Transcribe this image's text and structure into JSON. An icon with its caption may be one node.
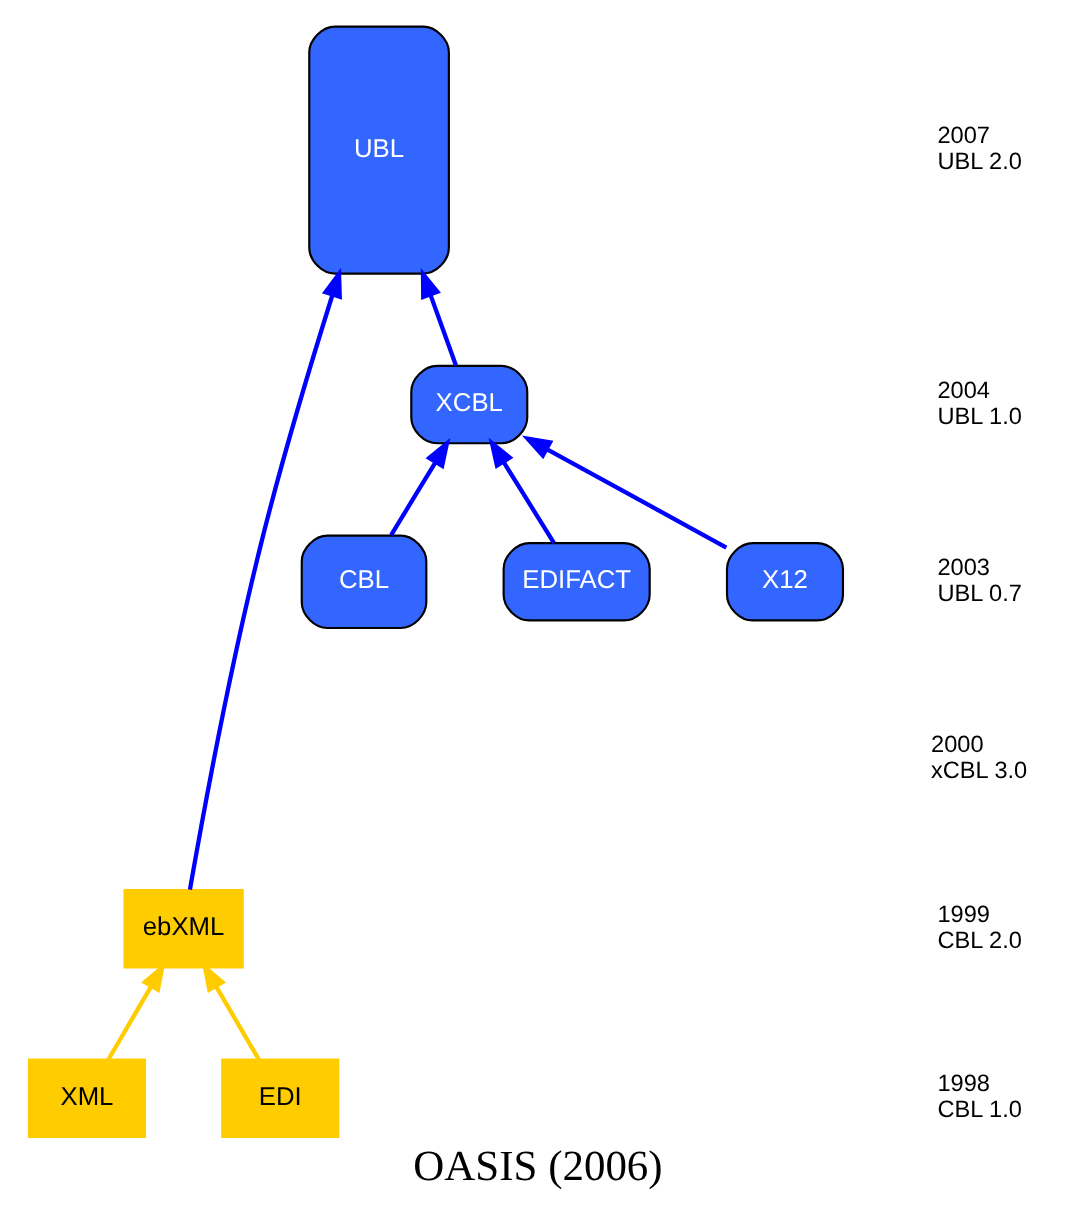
{
  "diagram": {
    "caption": "OASIS (2006)",
    "nodes": [
      {
        "text": [
          "UBL"
        ]
      },
      {
        "text": [
          "ebXML"
        ]
      },
      {
        "text": [
          "XCBL"
        ]
      },
      {
        "text": [
          "CBL"
        ]
      },
      {
        "text": [
          "EDIFACT"
        ]
      },
      {
        "text": [
          "X12"
        ]
      },
      {
        "text": [
          "XML"
        ]
      },
      {
        "text": [
          "EDI"
        ]
      }
    ],
    "edges": [
      {
        "from": 1,
        "to": 0,
        "arrow": "to"
      },
      {
        "from": 2,
        "to": 0,
        "arrow": "to"
      },
      {
        "from": 3,
        "to": 2,
        "arrow": "to"
      },
      {
        "from": 4,
        "to": 2,
        "arrow": "to"
      },
      {
        "from": 5,
        "to": 2,
        "arrow": "to"
      },
      {
        "from": 6,
        "to": 1,
        "arrow": "to",
        "color": "#ffcc00"
      },
      {
        "from": 7,
        "to": 1,
        "arrow": "to",
        "color": "#ffcc00"
      }
    ],
    "labels": [
      "2007 UBL 2.0",
      "2004 UBL 1.0",
      "2003 UBL 0.7",
      "2000 xCBL 3.0",
      "1999 CBL 2.0",
      "1998 CBL 1.0"
    ]
  }
}
